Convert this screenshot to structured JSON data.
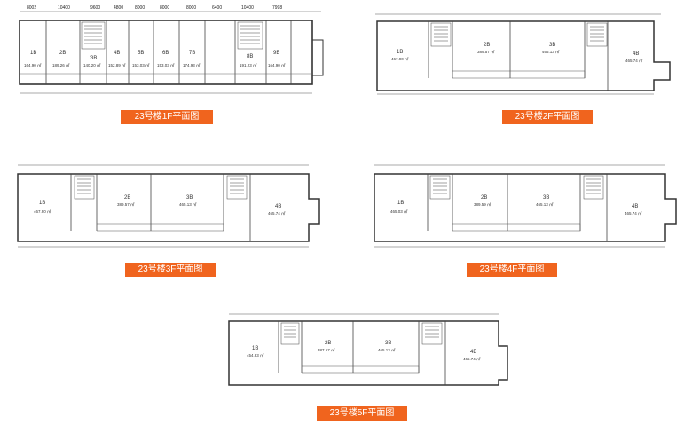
{
  "floors": [
    {
      "label": "23号楼1F平面图",
      "top_dims": [
        "8002",
        "10400",
        "9600",
        "4800",
        "8000",
        "8000",
        "8000",
        "6400",
        "10400",
        "7998"
      ],
      "rooms": [
        {
          "id": "1B",
          "area": "164.90 ㎡"
        },
        {
          "id": "2B",
          "area": "189.26 ㎡"
        },
        {
          "id": "3B",
          "area": "140.20 ㎡"
        },
        {
          "id": "4B",
          "area": "152.89 ㎡"
        },
        {
          "id": "5B",
          "area": "153.03 ㎡"
        },
        {
          "id": "6B",
          "area": "153.03 ㎡"
        },
        {
          "id": "7B",
          "area": "174.93 ㎡"
        },
        {
          "id": "8B",
          "area": "191.23 ㎡"
        },
        {
          "id": "9B",
          "area": "164.90 ㎡"
        }
      ]
    },
    {
      "label": "23号楼2F平面图",
      "rooms": [
        {
          "id": "1B",
          "area": "467.90 ㎡"
        },
        {
          "id": "2B",
          "area": "389.57 ㎡"
        },
        {
          "id": "3B",
          "area": "465.13 ㎡"
        },
        {
          "id": "4B",
          "area": "465.74 ㎡"
        }
      ]
    },
    {
      "label": "23号楼3F平面图",
      "rooms": [
        {
          "id": "1B",
          "area": "467.90 ㎡"
        },
        {
          "id": "2B",
          "area": "389.57 ㎡"
        },
        {
          "id": "3B",
          "area": "465.13 ㎡"
        },
        {
          "id": "4B",
          "area": "465.74 ㎡"
        }
      ]
    },
    {
      "label": "23号楼4F平面图",
      "rooms": [
        {
          "id": "1B",
          "area": "465.03 ㎡"
        },
        {
          "id": "2B",
          "area": "389.59 ㎡"
        },
        {
          "id": "3B",
          "area": "465.13 ㎡"
        },
        {
          "id": "4B",
          "area": "465.74 ㎡"
        }
      ]
    },
    {
      "label": "23号楼5F平面图",
      "rooms": [
        {
          "id": "1B",
          "area": "454.83 ㎡"
        },
        {
          "id": "2B",
          "area": "387.57 ㎡"
        },
        {
          "id": "3B",
          "area": "465.13 ㎡"
        },
        {
          "id": "4B",
          "area": "465.74 ㎡"
        }
      ]
    }
  ],
  "colors": {
    "label_bg": "#f0641e",
    "line": "#333333"
  }
}
